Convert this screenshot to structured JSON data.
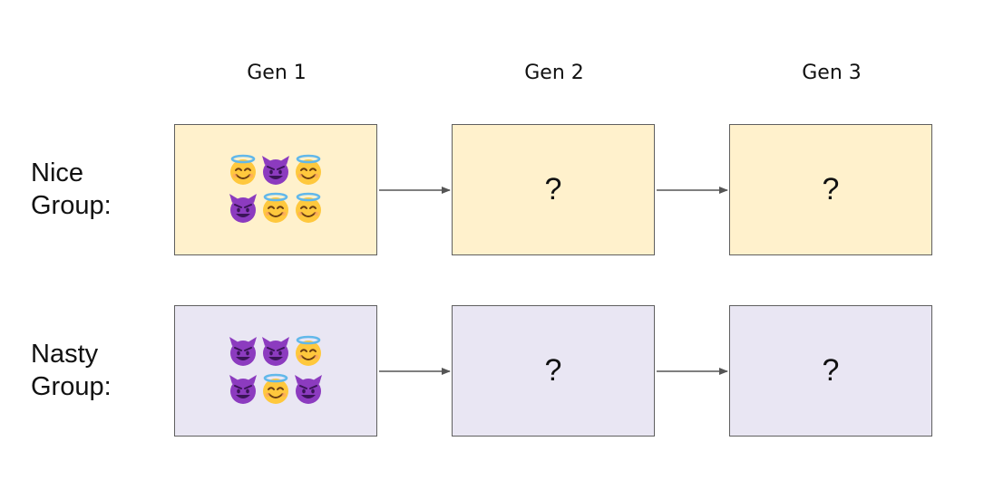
{
  "generations": [
    {
      "label": "Gen 1"
    },
    {
      "label": "Gen 2"
    },
    {
      "label": "Gen 3"
    }
  ],
  "groups": [
    {
      "label_line1": "Nice",
      "label_line2": "Group:",
      "fill": "#fff1cc",
      "gen1_members": [
        "angel",
        "devil",
        "angel",
        "devil",
        "angel",
        "angel"
      ],
      "gen2": "?",
      "gen3": "?"
    },
    {
      "label_line1": "Nasty",
      "label_line2": "Group:",
      "fill": "#e9e6f3",
      "gen1_members": [
        "devil",
        "devil",
        "angel",
        "devil",
        "angel",
        "devil"
      ],
      "gen2": "?",
      "gen3": "?"
    }
  ],
  "colors": {
    "angel_face": "#ffc83d",
    "angel_halo": "#62b8ea",
    "devil_face": "#8c3bbf",
    "border": "#5f5f5f",
    "arrow": "#555555"
  }
}
